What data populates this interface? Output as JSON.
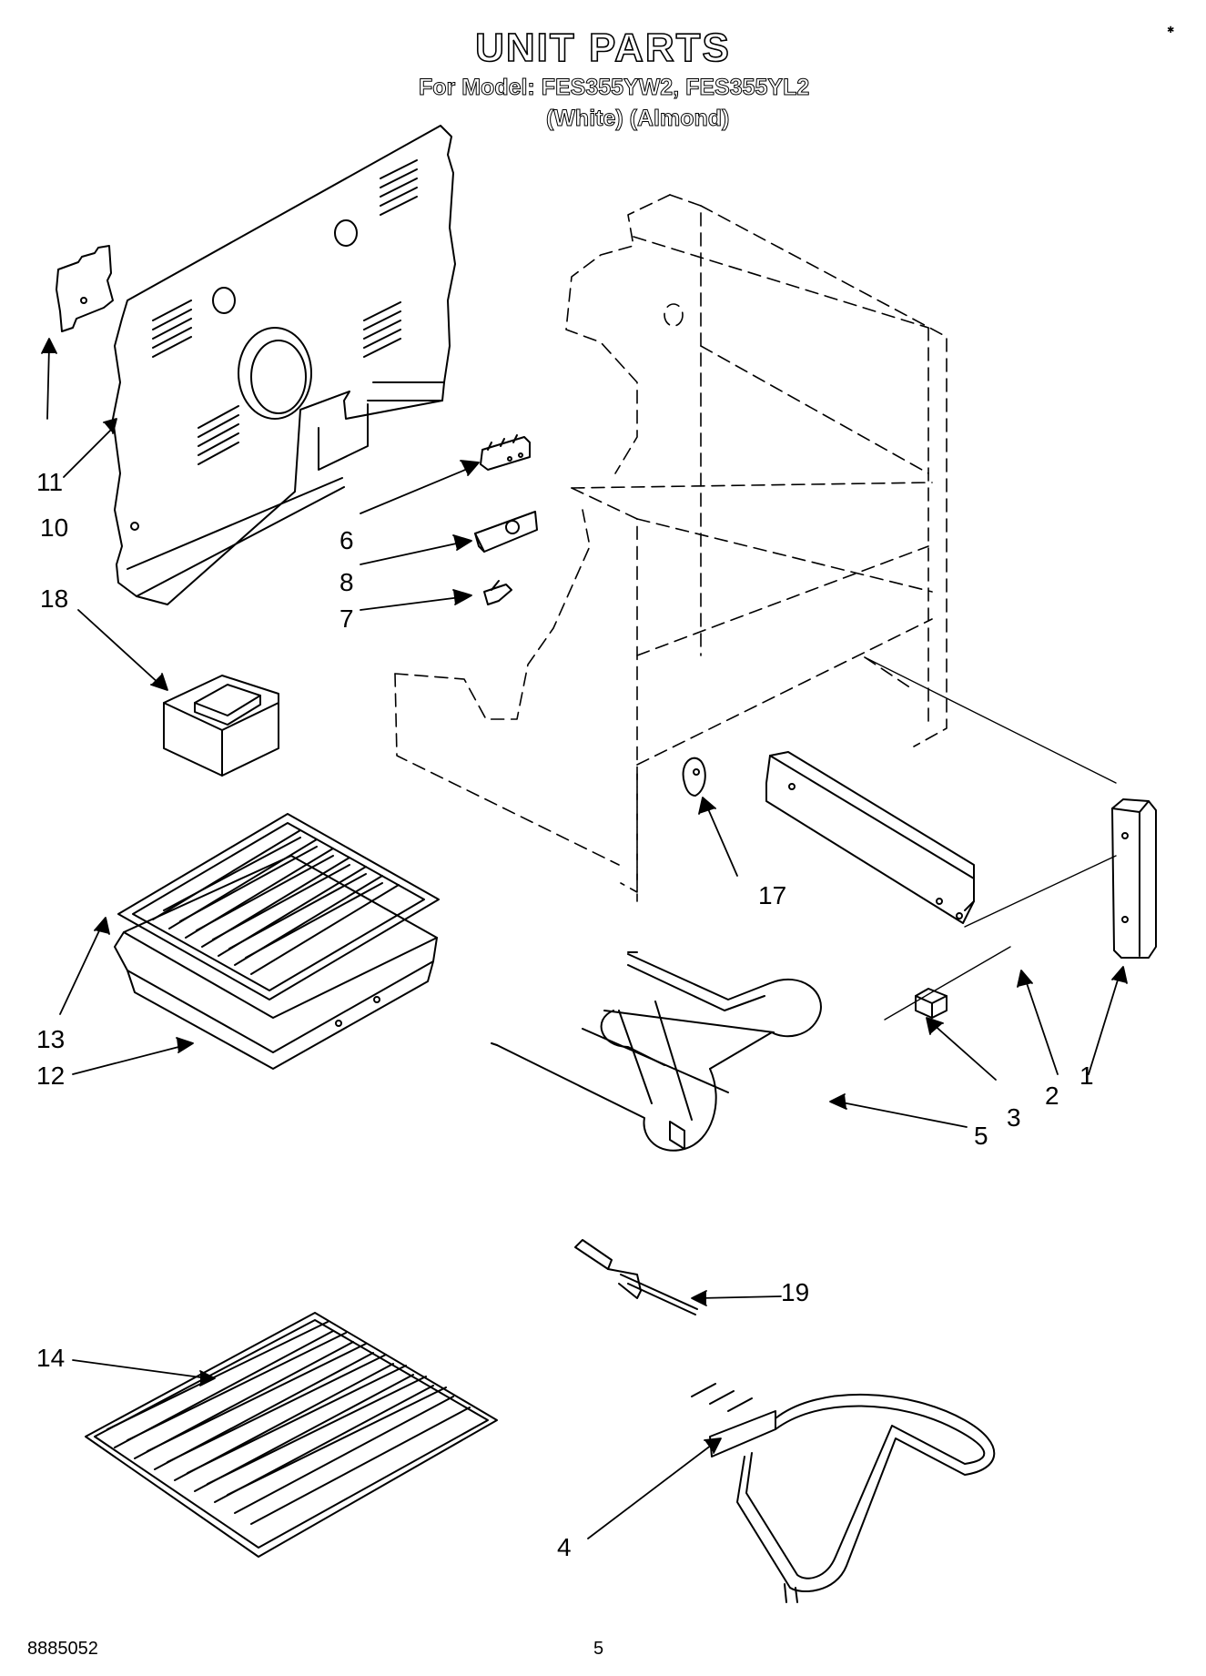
{
  "header": {
    "title": "UNIT PARTS",
    "model_line": "For Model: FES355YW2, FES355YL2",
    "color_line": "(White)   (Almond)"
  },
  "callouts": {
    "c1": "1",
    "c2": "2",
    "c3": "3",
    "c4": "4",
    "c5": "5",
    "c6": "6",
    "c7": "7",
    "c8": "8",
    "c10": "10",
    "c11": "11",
    "c12": "12",
    "c13": "13",
    "c14": "14",
    "c17": "17",
    "c18": "18",
    "c19": "19"
  },
  "footer": {
    "doc_number": "8885052",
    "page_number": "5"
  }
}
